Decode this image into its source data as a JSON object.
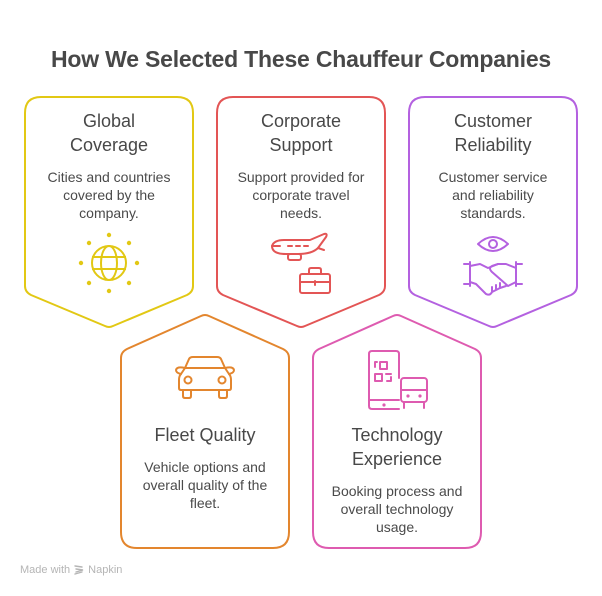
{
  "title": "How We Selected These Chauffeur Companies",
  "cards": [
    {
      "title_lines": [
        "Global",
        "Coverage"
      ],
      "desc_lines": [
        "Cities and countries",
        "covered by the",
        "company."
      ],
      "icon": "globe-icon",
      "color": "#E2C814"
    },
    {
      "title_lines": [
        "Corporate",
        "Support"
      ],
      "desc_lines": [
        "Support provided for",
        "corporate travel",
        "needs."
      ],
      "icon": "airplane-briefcase-icon",
      "color": "#E35555"
    },
    {
      "title_lines": [
        "Customer",
        "Reliability"
      ],
      "desc_lines": [
        "Customer service",
        "and reliability",
        "standards."
      ],
      "icon": "eye-handshake-icon",
      "color": "#B461E0"
    },
    {
      "title_lines": [
        "Fleet Quality"
      ],
      "desc_lines": [
        "Vehicle options and",
        "overall quality of the",
        "fleet."
      ],
      "icon": "car-icon",
      "color": "#E3862E"
    },
    {
      "title_lines": [
        "Technology",
        "Experience"
      ],
      "desc_lines": [
        "Booking process and",
        "overall technology",
        "usage."
      ],
      "icon": "phone-qr-bus-icon",
      "color": "#DE5BB0"
    }
  ],
  "footer": {
    "made_with": "Made with",
    "brand": "Napkin"
  }
}
